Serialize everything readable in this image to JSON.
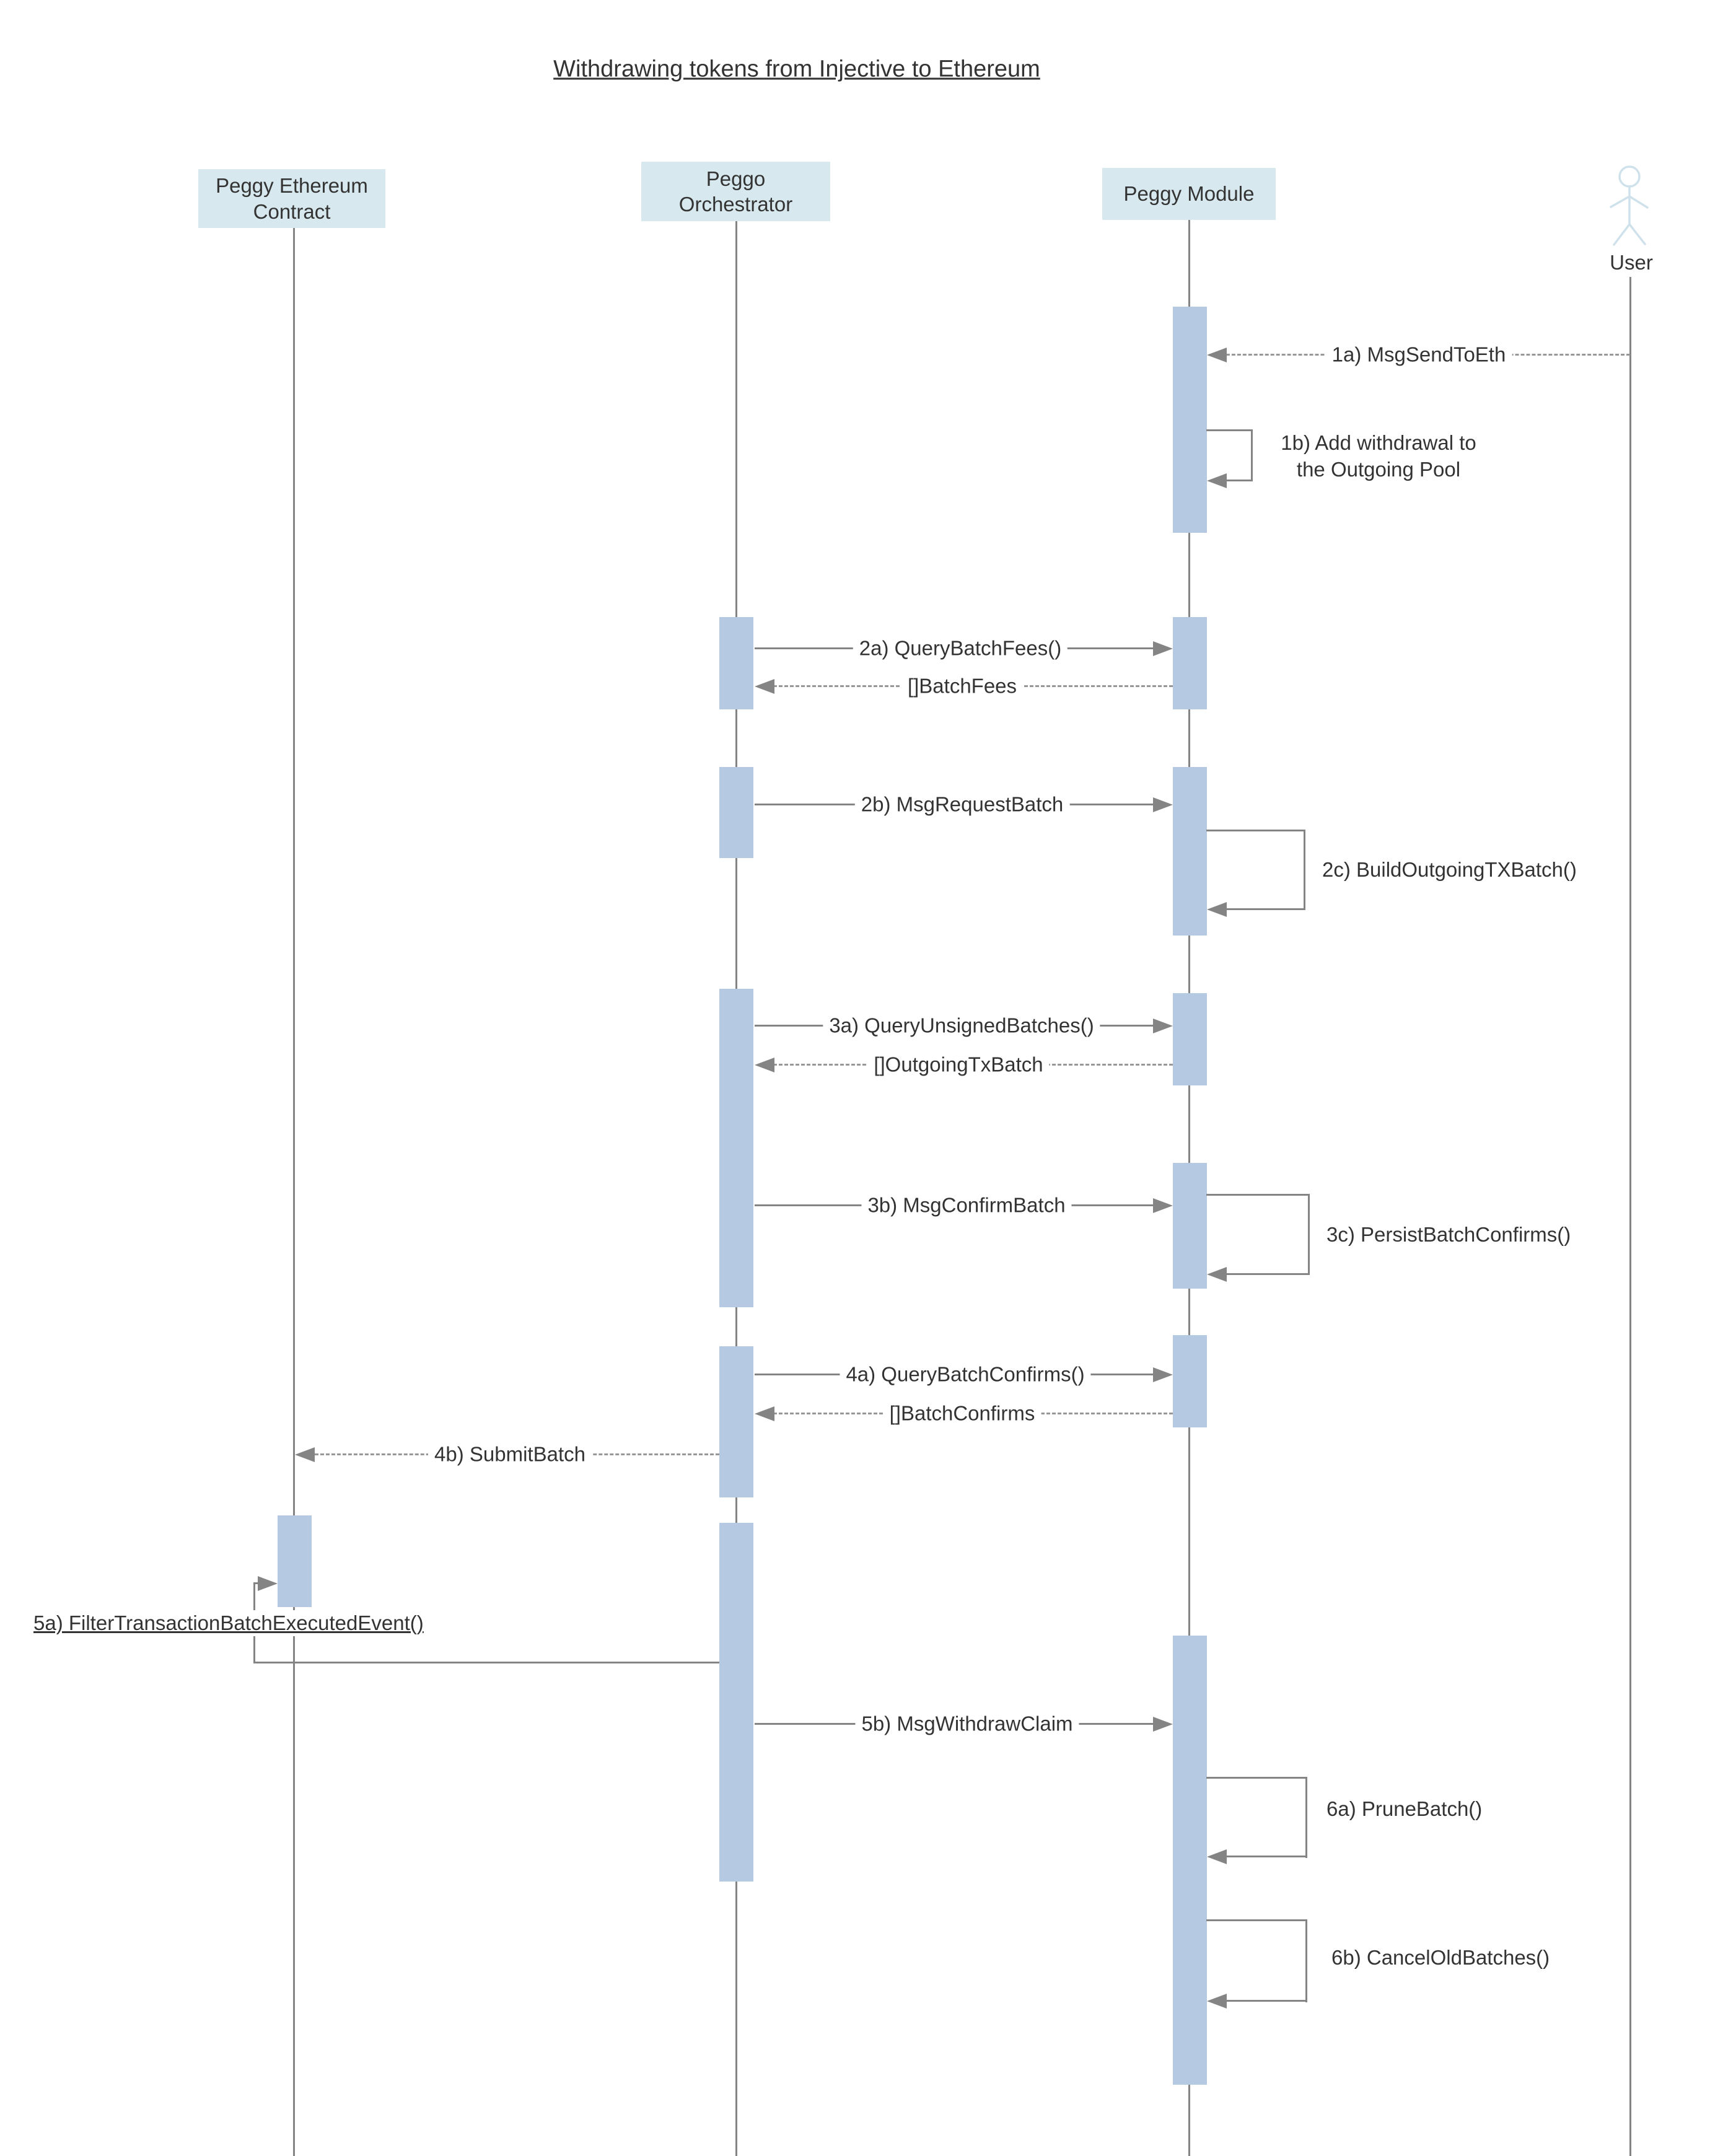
{
  "title": "Withdrawing tokens from Injective to Ethereum",
  "participants": {
    "contract": "Peggy Ethereum\nContract",
    "orchestrator": "Peggo\nOrchestrator",
    "module": "Peggy Module",
    "user": "User"
  },
  "messages": {
    "m1a": "1a) MsgSendToEth",
    "m1b": "1b) Add withdrawal to\nthe Outgoing Pool",
    "m2a": "2a) QueryBatchFees()",
    "r2a": "[]BatchFees",
    "m2b": "2b) MsgRequestBatch",
    "m2c": "2c) BuildOutgoingTXBatch()",
    "m3a": "3a) QueryUnsignedBatches()",
    "r3a": "[]OutgoingTxBatch",
    "m3b": "3b) MsgConfirmBatch",
    "m3c": "3c) PersistBatchConfirms()",
    "m4a": "4a) QueryBatchConfirms()",
    "r4a": "[]BatchConfirms",
    "m4b": "4b) SubmitBatch",
    "m5a": "5a) FilterTransactionBatchExecutedEvent()",
    "m5b": "5b) MsgWithdrawClaim",
    "m6a": "6a) PruneBatch()",
    "m6b": "6b) CancelOldBatches()"
  },
  "colors": {
    "header_fill": "#d7e9ee",
    "activation_fill": "#b5c9e2",
    "line": "#848484",
    "dashed": "#979797",
    "text": "#333333",
    "actor_stroke": "#cfe2ec"
  }
}
